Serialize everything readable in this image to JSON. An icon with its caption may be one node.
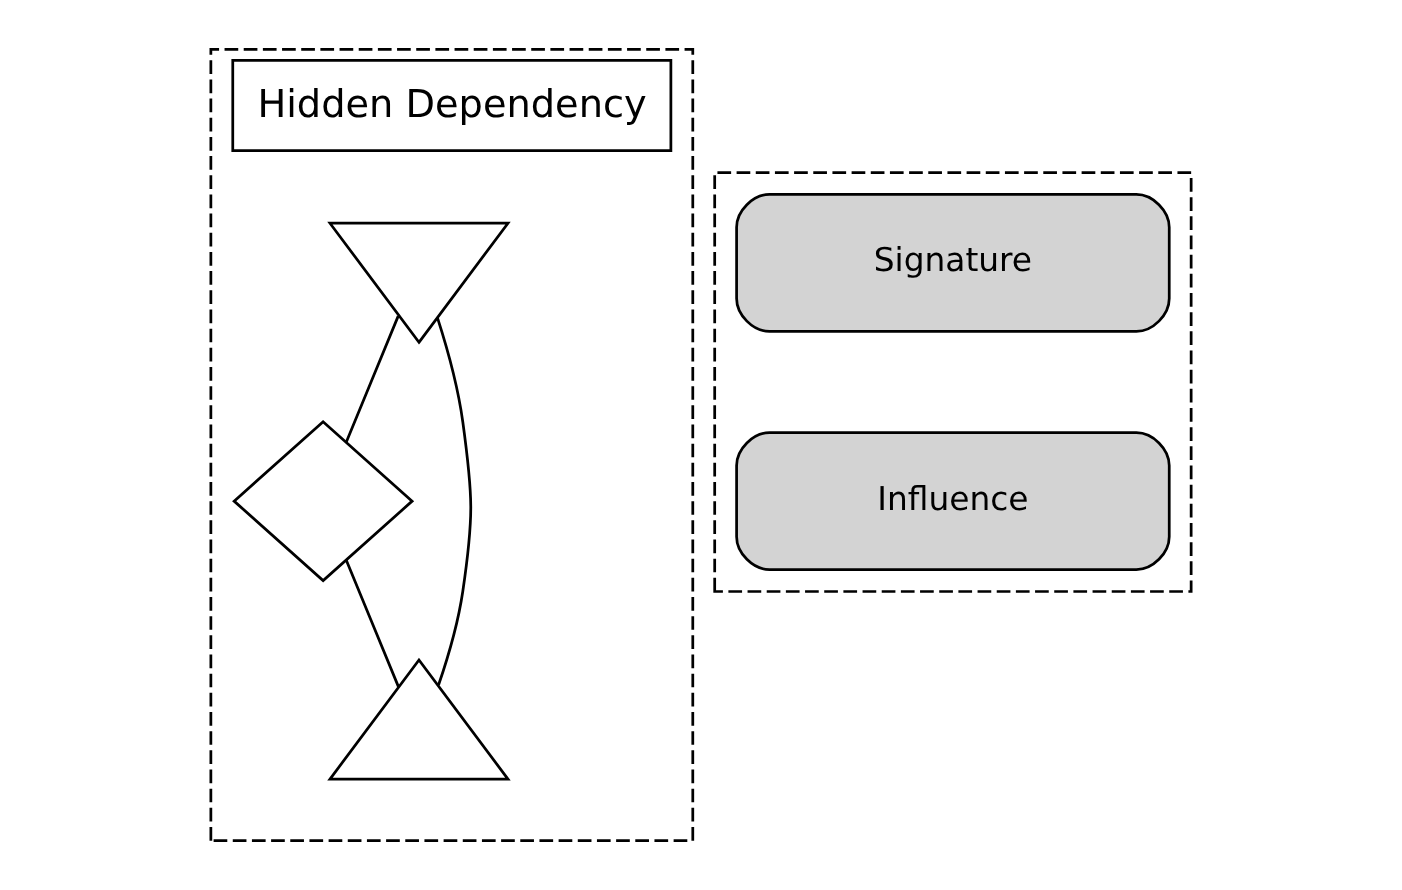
{
  "diagram": {
    "nodes": [
      {
        "text": [
          "Hidden Dependency"
        ]
      },
      {
        "text": [],
        "shape": "triangle",
        "in": 0
      },
      {
        "text": [],
        "shape": "diamond",
        "in": 0
      },
      {
        "text": [],
        "shape": "triangle",
        "in": 0
      },
      {
        "text": [],
        "shape": "box"
      },
      {
        "text": [
          "Signature"
        ],
        "in": 4
      },
      {
        "text": [
          "Influence"
        ],
        "in": 4
      }
    ],
    "edges": [
      {
        "from": 1,
        "to": 3,
        "arrow": "none"
      },
      {
        "from": 1,
        "to": 2,
        "arrow": "none"
      },
      {
        "from": 2,
        "to": 3,
        "arrow": "none"
      }
    ]
  }
}
